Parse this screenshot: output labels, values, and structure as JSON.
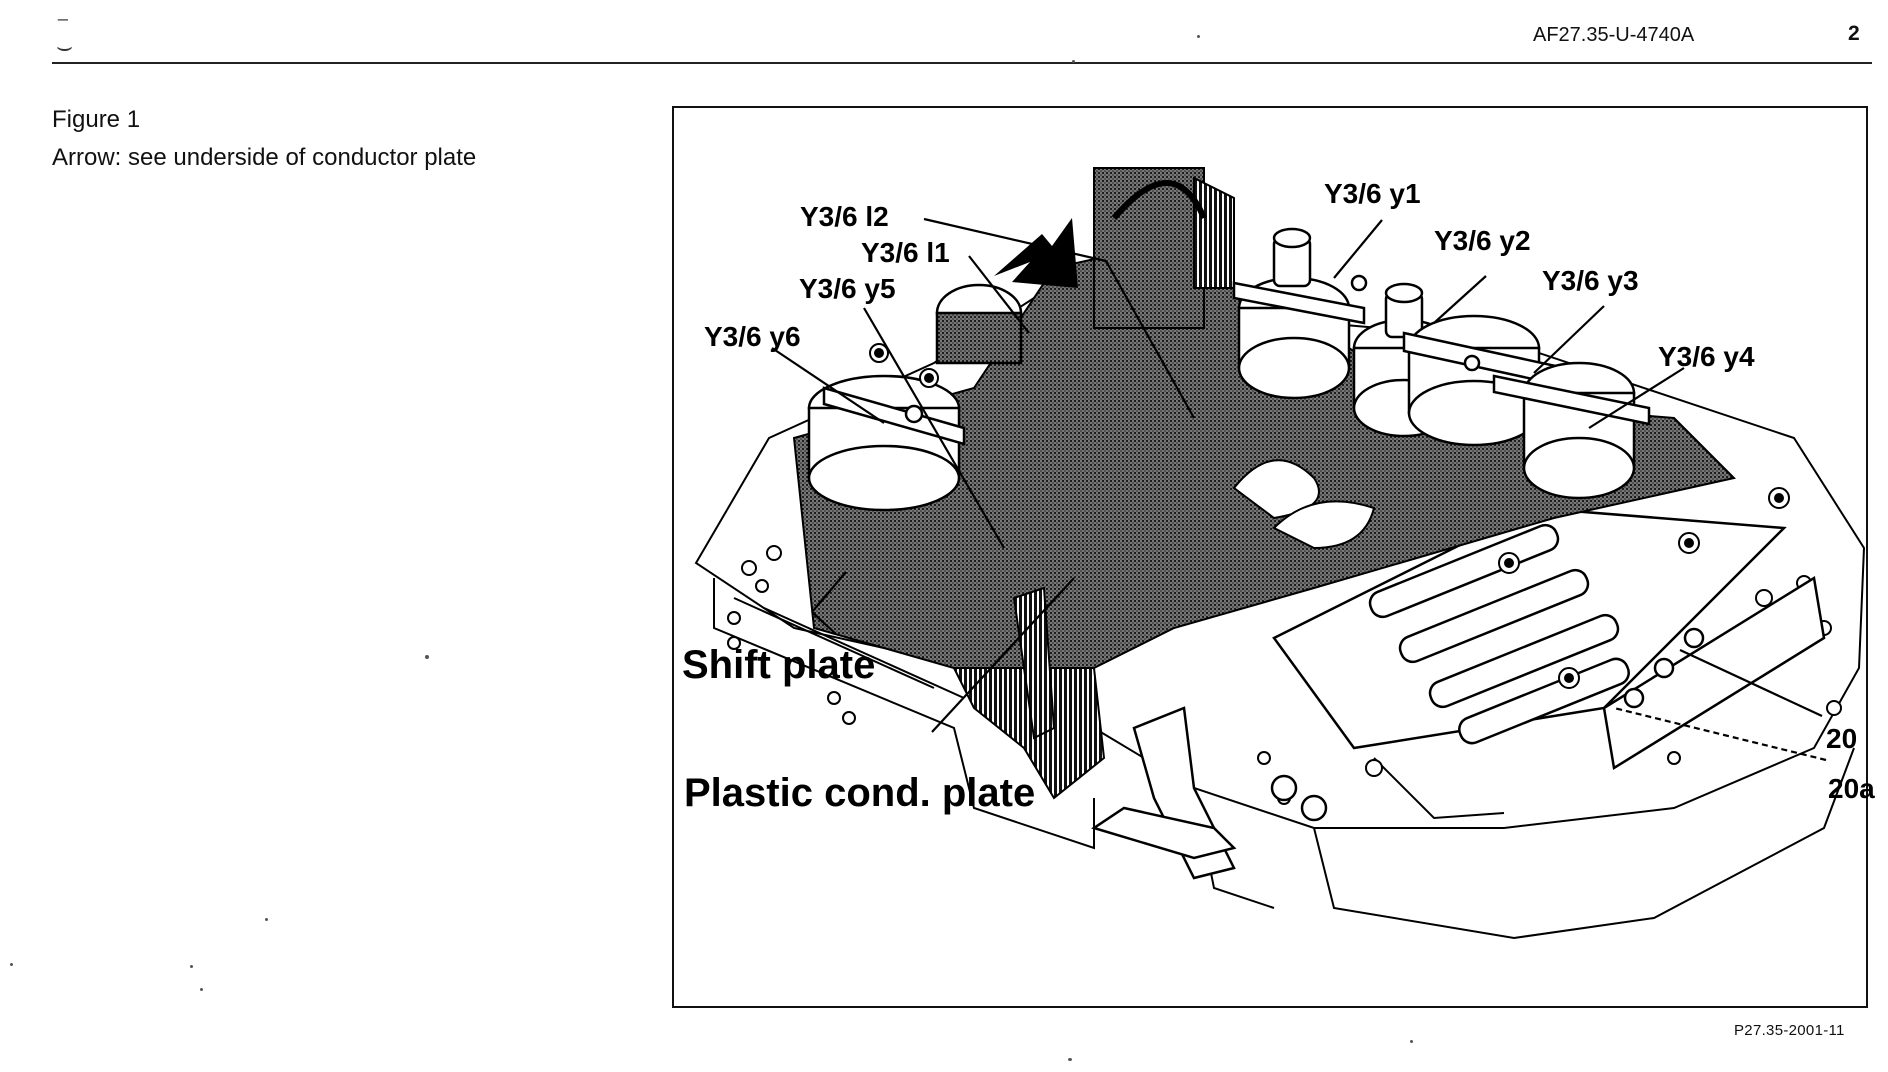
{
  "header": {
    "document_code": "AF27.35-U-4740A",
    "page_number": "2"
  },
  "figure": {
    "title": "Figure 1",
    "caption": "Arrow: see underside of conductor plate",
    "image_reference": "P27.35-2001-11",
    "labels": {
      "y1": "Y3/6 y1",
      "y2": "Y3/6 y2",
      "y3": "Y3/6 y3",
      "y4": "Y3/6 y4",
      "y5": "Y3/6 y5",
      "y6": "Y3/6 y6",
      "l1": "Y3/6 l1",
      "l2": "Y3/6 l2",
      "shift_plate": "Shift plate",
      "plastic_plate": "Plastic cond. plate",
      "n20": "20",
      "n20a": "20a"
    }
  }
}
